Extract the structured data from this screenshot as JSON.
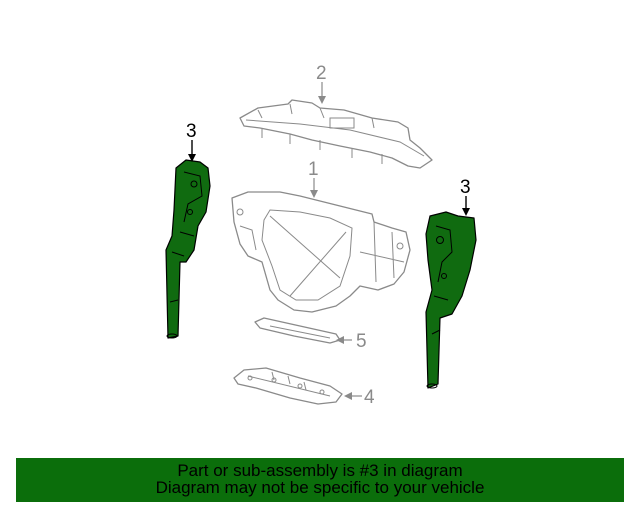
{
  "diagram": {
    "callouts": {
      "part_1": "1",
      "part_2": "2",
      "part_3_left": "3",
      "part_3_right": "3",
      "part_4": "4",
      "part_5": "5"
    },
    "highlight_color": "#106b10",
    "line_color": "#8a8a8a"
  },
  "banner": {
    "line1": "Part or sub-assembly is #3 in diagram",
    "line2": "Diagram may not be specific to your vehicle",
    "background": "#0b6e0b"
  }
}
